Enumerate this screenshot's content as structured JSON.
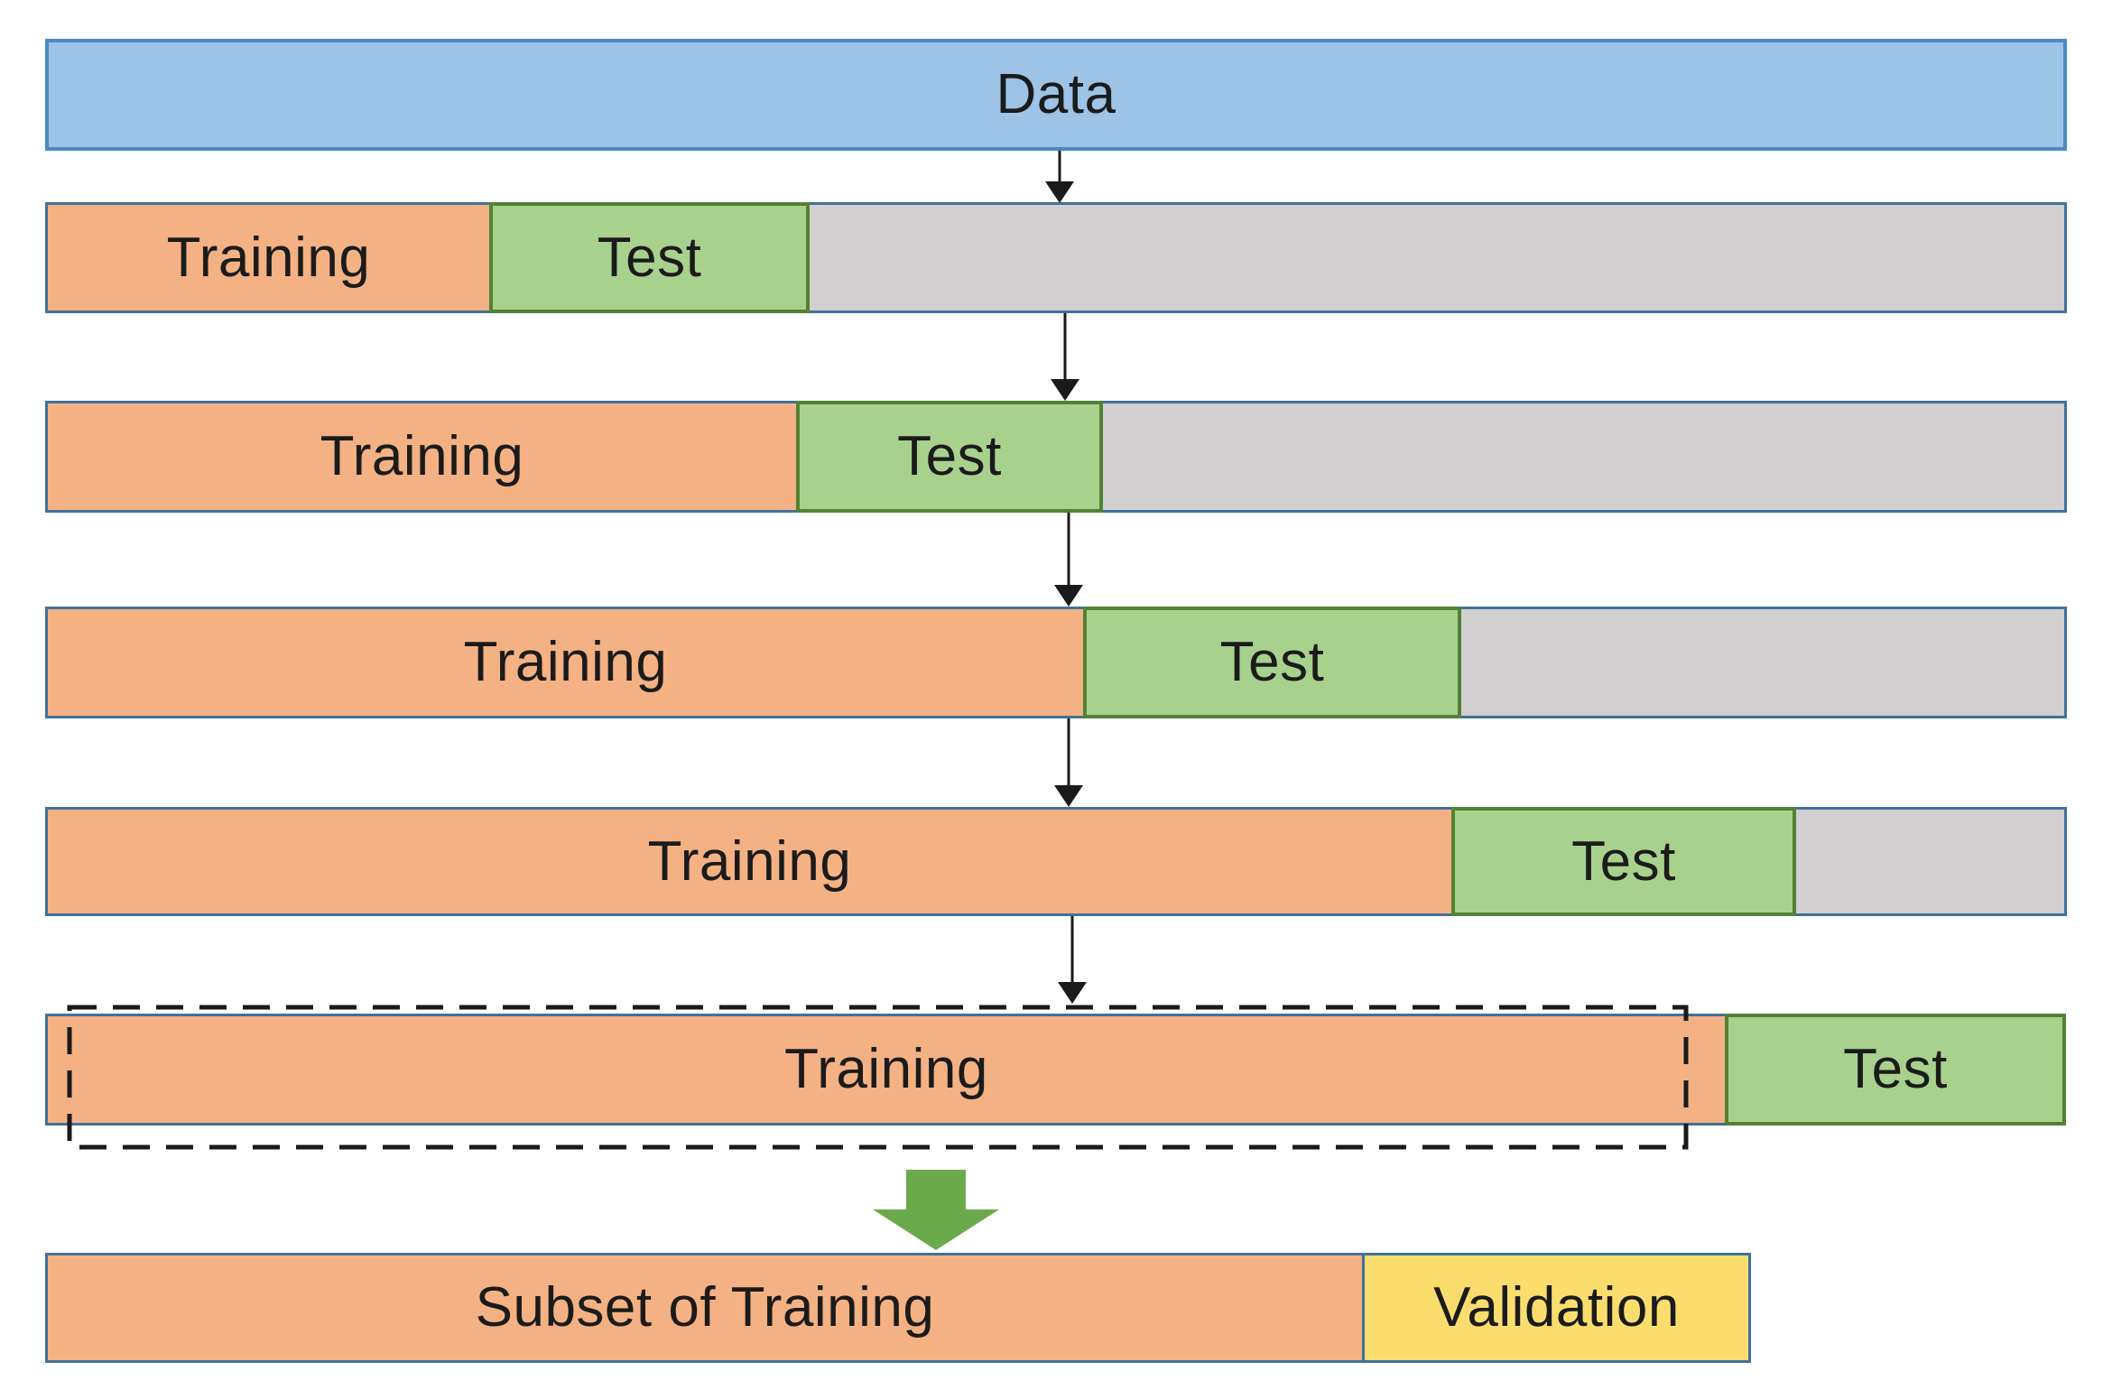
{
  "diagram": {
    "kind": "time-series cross-validation walk-forward splits",
    "bars": [
      {
        "name": "data",
        "segments": [
          {
            "kind": "data",
            "label": "Data"
          }
        ]
      },
      {
        "name": "split-1",
        "segments": [
          {
            "kind": "training",
            "label": "Training"
          },
          {
            "kind": "test",
            "label": "Test"
          },
          {
            "kind": "unused",
            "label": ""
          }
        ]
      },
      {
        "name": "split-2",
        "segments": [
          {
            "kind": "training",
            "label": "Training"
          },
          {
            "kind": "test",
            "label": "Test"
          },
          {
            "kind": "unused",
            "label": ""
          }
        ]
      },
      {
        "name": "split-3",
        "segments": [
          {
            "kind": "training",
            "label": "Training"
          },
          {
            "kind": "test",
            "label": "Test"
          },
          {
            "kind": "unused",
            "label": ""
          }
        ]
      },
      {
        "name": "split-4",
        "segments": [
          {
            "kind": "training",
            "label": "Training"
          },
          {
            "kind": "test",
            "label": "Test"
          },
          {
            "kind": "unused",
            "label": ""
          }
        ]
      },
      {
        "name": "split-5",
        "segments": [
          {
            "kind": "training",
            "label": "Training"
          },
          {
            "kind": "test",
            "label": "Test"
          }
        ]
      },
      {
        "name": "final",
        "segments": [
          {
            "kind": "training",
            "label": "Subset of Training"
          },
          {
            "kind": "validation",
            "label": "Validation"
          }
        ]
      }
    ],
    "icons": {
      "flow_arrow": "down-arrow",
      "transform_arrow": "big-green-down-arrow",
      "selection": "dashed-rectangle"
    }
  },
  "colors": {
    "data-fill": "#9dc3e6",
    "data-border": "#4a8ac4",
    "training-fill": "#f4b183",
    "steel": "#41719c",
    "test-fill": "#a9d18e",
    "test-border": "#538135",
    "unused-fill": "#d1cfcf",
    "validation-fill": "#fbdd6e",
    "big-arrow": "#6baa4b",
    "line": "#1a1a1a",
    "text": "#1b1b1b"
  }
}
